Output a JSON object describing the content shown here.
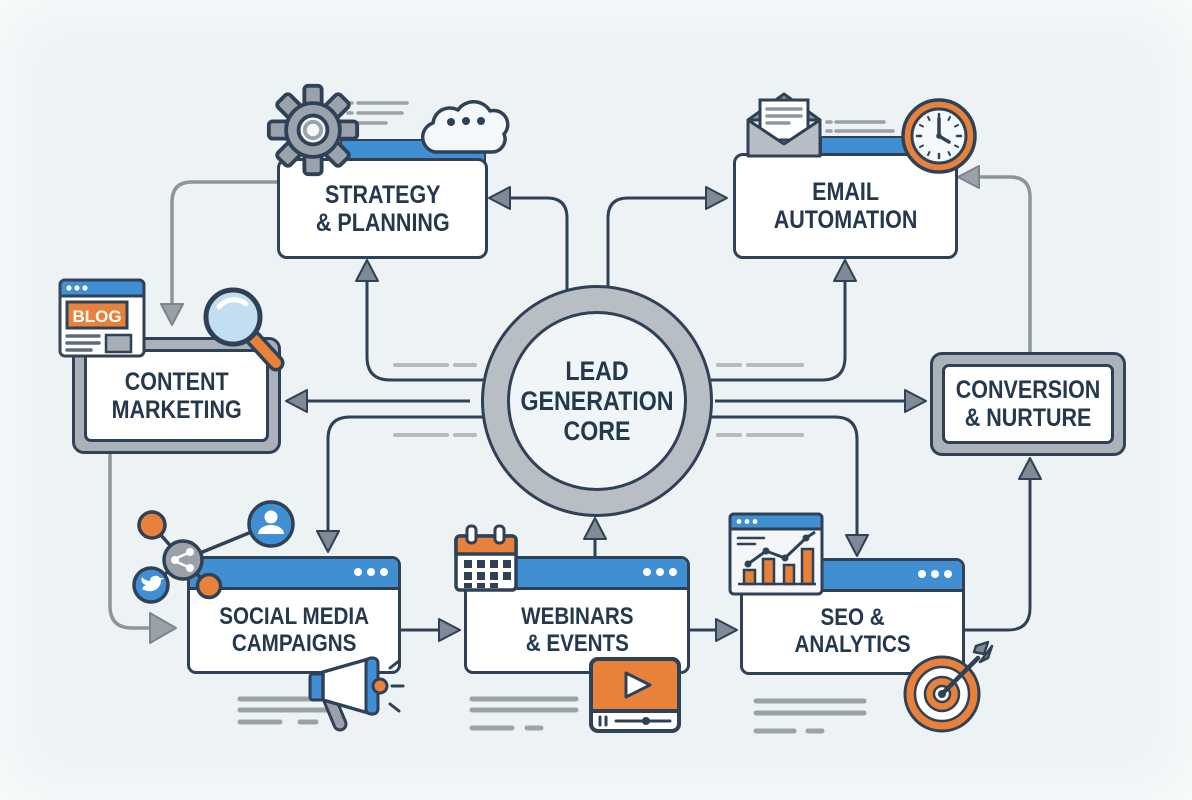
{
  "colors": {
    "background": "#edf2f4",
    "navy_outline": "#2e4157",
    "accent_blue": "#3f8fd2",
    "accent_orange": "#e8813a",
    "gray_fill": "#aab1b8",
    "connector_gray": "#8d949c"
  },
  "center": {
    "line1": "LEAD",
    "line2": "GENERATION",
    "line3": "CORE"
  },
  "nodes": {
    "strategy": {
      "line1": "STRATEGY",
      "line2": "& PLANNING"
    },
    "email": {
      "line1": "EMAIL",
      "line2": "AUTOMATION"
    },
    "content": {
      "line1": "CONTENT",
      "line2": "MARKETING"
    },
    "conversion": {
      "line1": "CONVERSION",
      "line2": "& NURTURE"
    },
    "social": {
      "line1": "SOCIAL MEDIA",
      "line2": "CAMPAIGNS"
    },
    "webinars": {
      "line1": "WEBINARS",
      "line2": "& EVENTS"
    },
    "seo": {
      "line1": "SEO &",
      "line2": "ANALYTICS"
    }
  },
  "icons": {
    "blog_label": "BLOG"
  }
}
